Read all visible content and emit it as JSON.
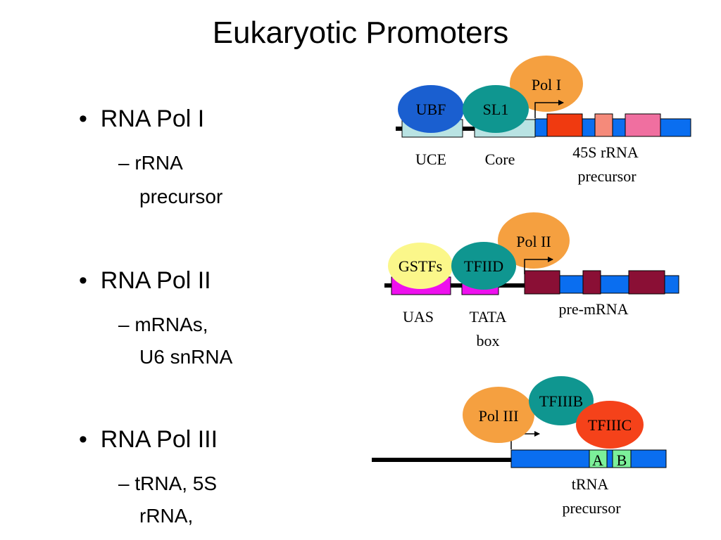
{
  "title": "Eukaryotic Promoters",
  "bullets": [
    {
      "head": "RNA Pol I",
      "sub1": "– rRNA",
      "sub2": "precursor"
    },
    {
      "head": "RNA Pol II",
      "sub1": "– mRNAs,",
      "sub2": "U6 snRNA"
    },
    {
      "head": "RNA Pol III",
      "sub1": "– tRNA, 5S",
      "sub2": "rRNA,"
    }
  ],
  "pol1": {
    "enzyme": "Pol I",
    "factor1": "UBF",
    "factor2": "SL1",
    "element1": "UCE",
    "element2": "Core",
    "product_line1": "45S rRNA",
    "product_line2": "precursor"
  },
  "pol2": {
    "enzyme": "Pol II",
    "factor1": "GSTFs",
    "factor2": "TFIID",
    "element1": "UAS",
    "element2_line1": "TATA",
    "element2_line2": "box",
    "product": "pre-mRNA"
  },
  "pol3": {
    "enzyme": "Pol III",
    "factor1": "TFIIIB",
    "factor2": "TFIIIC",
    "box_a": "A",
    "box_b": "B",
    "product_line1": "tRNA",
    "product_line2": "precursor"
  },
  "colors": {
    "gene_blue": "#0a6ef0",
    "enzyme_orange": "#f5a040",
    "ubf_blue": "#1a5fd0",
    "teal": "#0f9690",
    "promoter_light": "#b9e3e3",
    "exon_red": "#f03a10",
    "exon_salmon": "#f58a7a",
    "exon_pink": "#f06fa0",
    "gstf_yellow": "#fbf78a",
    "uas_magenta": "#ee10ee",
    "exon_maroon": "#8a0f35",
    "tfiiic_red": "#f5421a",
    "box_green": "#7cf09a"
  }
}
